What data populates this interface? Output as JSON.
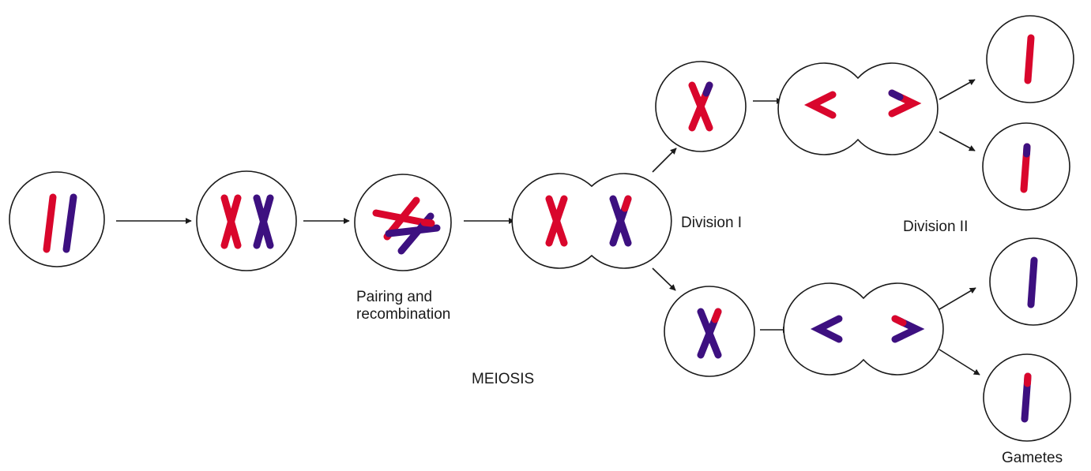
{
  "labels": {
    "pairing_line1": "Pairing and",
    "pairing_line2": "recombination",
    "division_1": "Division I",
    "division_2": "Division II",
    "meiosis": "MEIOSIS",
    "gametes": "Gametes"
  },
  "colors": {
    "maternal_chromosome": "#d9062c",
    "paternal_chromosome": "#3d1080",
    "outline": "#1a1a1a",
    "background": "#ffffff"
  }
}
